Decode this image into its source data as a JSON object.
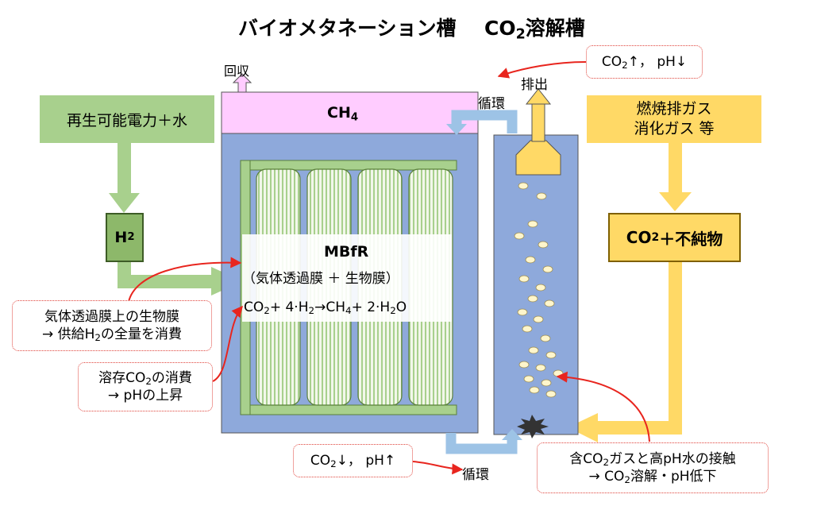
{
  "title": {
    "left": "バイオメタネーション槽",
    "right_prefix": "CO",
    "right_sub": "2",
    "right_suffix": "溶解槽"
  },
  "labels": {
    "recover": "回収",
    "exhaust": "排出",
    "circulation_top": "循環",
    "circulation_bottom": "循環",
    "ch4_main": "CH",
    "ch4_sub": "4",
    "h2_main": "H",
    "h2_sub": "2"
  },
  "boxes": {
    "renewable": "再生可能電力＋水",
    "flue_line1": "燃焼排ガス",
    "flue_line2": "消化ガス 等",
    "co2_impurity_prefix": "CO",
    "co2_impurity_sub": "2",
    "co2_impurity_suffix": "＋不純物"
  },
  "mbfr": {
    "name": "MBfR",
    "desc": "（気体透過膜 ＋ 生物膜）",
    "eq_a": "CO",
    "eq_a_sub": "2",
    "eq_b": "+ 4·H",
    "eq_b_sub": "2",
    "eq_c": "→CH",
    "eq_c_sub": "4",
    "eq_d": "+ 2·H",
    "eq_d_sub": "2",
    "eq_e": "O"
  },
  "notes": {
    "top_right_a": "CO",
    "top_right_sub": "2",
    "top_right_b": "↑， pH↓",
    "biofilm_line1": "気体透過膜上の生物膜",
    "biofilm_line2_a": "→ 供給H",
    "biofilm_line2_sub": "2",
    "biofilm_line2_b": "の全量を消費",
    "dissolved_line1_a": "溶存CO",
    "dissolved_line1_sub": "2",
    "dissolved_line1_b": "の消費",
    "dissolved_line2": "→ pHの上昇",
    "bottom_mid_a": "CO",
    "bottom_mid_sub": "2",
    "bottom_mid_b": "↓， pH↑",
    "contact_line1_a": "含CO",
    "contact_line1_sub": "2",
    "contact_line1_b": "ガスと高pH水の接触",
    "contact_line2_a": "→ CO",
    "contact_line2_sub": "2",
    "contact_line2_b": "溶解・pH低下"
  },
  "colors": {
    "green": "#a8d08d",
    "green_dark": "#5a7f3a",
    "yellow": "#ffd966",
    "yellow_border": "#7f6000",
    "pink": "#ffccff",
    "tank_blue": "#8ea9db",
    "arrow_blue": "#9dc3e6",
    "red": "#e8251e"
  }
}
